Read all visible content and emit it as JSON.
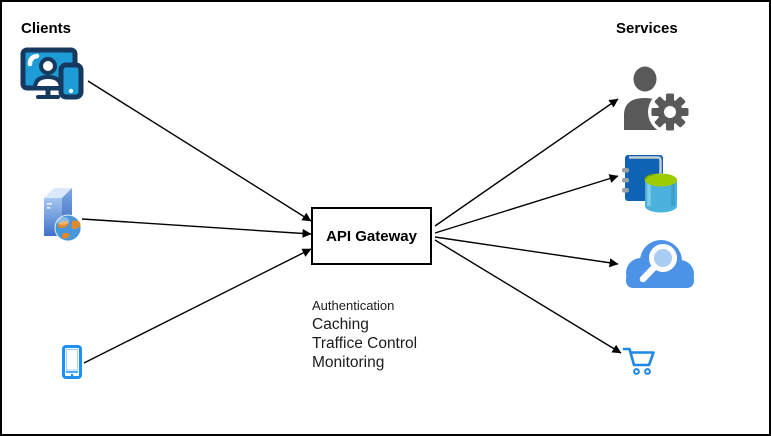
{
  "diagram": {
    "clients": {
      "label": "Clients",
      "items": [
        {
          "icon": "desktop-user-devices-icon",
          "description": "browser / desktop client"
        },
        {
          "icon": "web-server-globe-icon",
          "description": "web application client"
        },
        {
          "icon": "smartphone-icon",
          "description": "mobile client"
        }
      ]
    },
    "gateway": {
      "label": "API Gateway",
      "features": [
        "Authentication",
        "Caching",
        "Traffice Control",
        "Monitoring"
      ]
    },
    "services": {
      "label": "Services",
      "items": [
        {
          "icon": "user-gear-icon",
          "description": "account / admin service"
        },
        {
          "icon": "data-catalog-icon",
          "description": "catalog / database service"
        },
        {
          "icon": "cloud-search-icon",
          "description": "search service"
        },
        {
          "icon": "shopping-cart-icon",
          "description": "shopping cart service"
        }
      ]
    }
  },
  "colors": {
    "client_blue": "#1E9CD8",
    "client_navy": "#15395F",
    "phone_blue": "#1E90F0",
    "service_gray": "#595959",
    "notebook_blue": "#0F63B4",
    "cylinder_blue": "#4DB1DE",
    "cylinder_green": "#9BCB00",
    "cloud_blue": "#4C92E6",
    "cart_blue": "#1E88E5",
    "arrow": "#000000"
  }
}
